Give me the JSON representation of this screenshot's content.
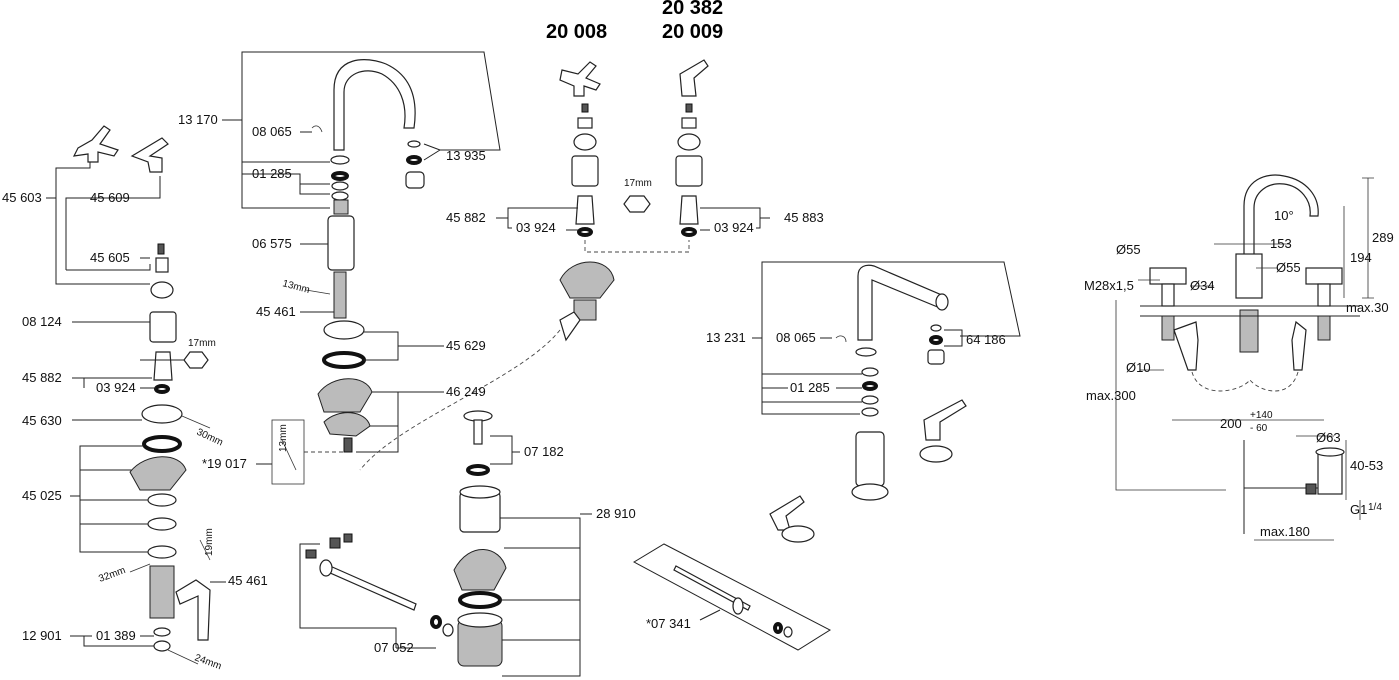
{
  "headers": {
    "model_a": "20 008",
    "model_b1": "20 382",
    "model_b2": "20 009"
  },
  "labels": {
    "p45603": "45 603",
    "p45609": "45 609",
    "p45605": "45 605",
    "p08124": "08 124",
    "p45882_left": "45 882",
    "p03924_left": "03 924",
    "p45630": "45 630",
    "p45025": "45 025",
    "p12901": "12 901",
    "p01389": "01 389",
    "p45461_left": "45 461",
    "p13170": "13 170",
    "p08065_top": "08 065",
    "p01285_top": "01 285",
    "p06575": "06 575",
    "p45461_mid": "45 461",
    "p13935": "13 935",
    "p45629": "45 629",
    "p46249": "46 249",
    "p19017": "*19 017",
    "p07182": "07 182",
    "p28910": "28 910",
    "p07052": "07 052",
    "p45882_mid": "45 882",
    "p03924_mid_a": "03 924",
    "p03924_mid_b": "03 924",
    "p45883": "45 883",
    "p13231": "13 231",
    "p08065_right": "08 065",
    "p01285_right": "01 285",
    "p64186": "64 186",
    "p07341": "*07 341"
  },
  "wrench": {
    "w17_left": "17mm",
    "w17_mid": "17mm",
    "w30": "30mm",
    "w32": "32mm",
    "w19": "19mm",
    "w24": "24mm",
    "w13_top": "13mm",
    "w13_box": "13mm"
  },
  "dims": {
    "d10deg": "10°",
    "d153": "153",
    "d289": "289",
    "d194": "194",
    "d55a": "Ø55",
    "d55b": "Ø55",
    "d34": "Ø34",
    "m28": "M28x1,5",
    "max30": "max.30",
    "d10": "Ø10",
    "max300": "max.300",
    "d200": "200",
    "d200_plus": "+140",
    "d200_minus": "- 60",
    "d63": "Ø63",
    "d4053": "40-53",
    "g1": "G1",
    "g1_frac": "1/4",
    "max180": "max.180"
  }
}
